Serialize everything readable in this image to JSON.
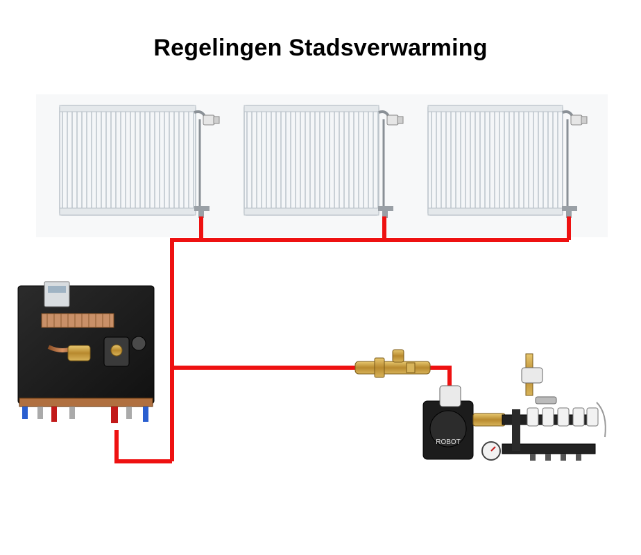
{
  "title": "Regelingen Stadsverwarming",
  "pump_brand": "ROBOT",
  "colors": {
    "supply_pipe": "#ee1111",
    "radiator_body": "#eef1f3",
    "radiator_fin": "#c9d0d6",
    "delivery_set_frame": "#1e1e1e",
    "copper": "#b8703a",
    "brass": "#c9a040",
    "manifold": "#222222"
  },
  "components": {
    "radiators": [
      "radiator",
      "radiator",
      "radiator"
    ],
    "delivery_set": "district-heating-delivery-set",
    "mixing_valve": "mixing-valve",
    "manifold": "underfloor-heating-manifold"
  }
}
